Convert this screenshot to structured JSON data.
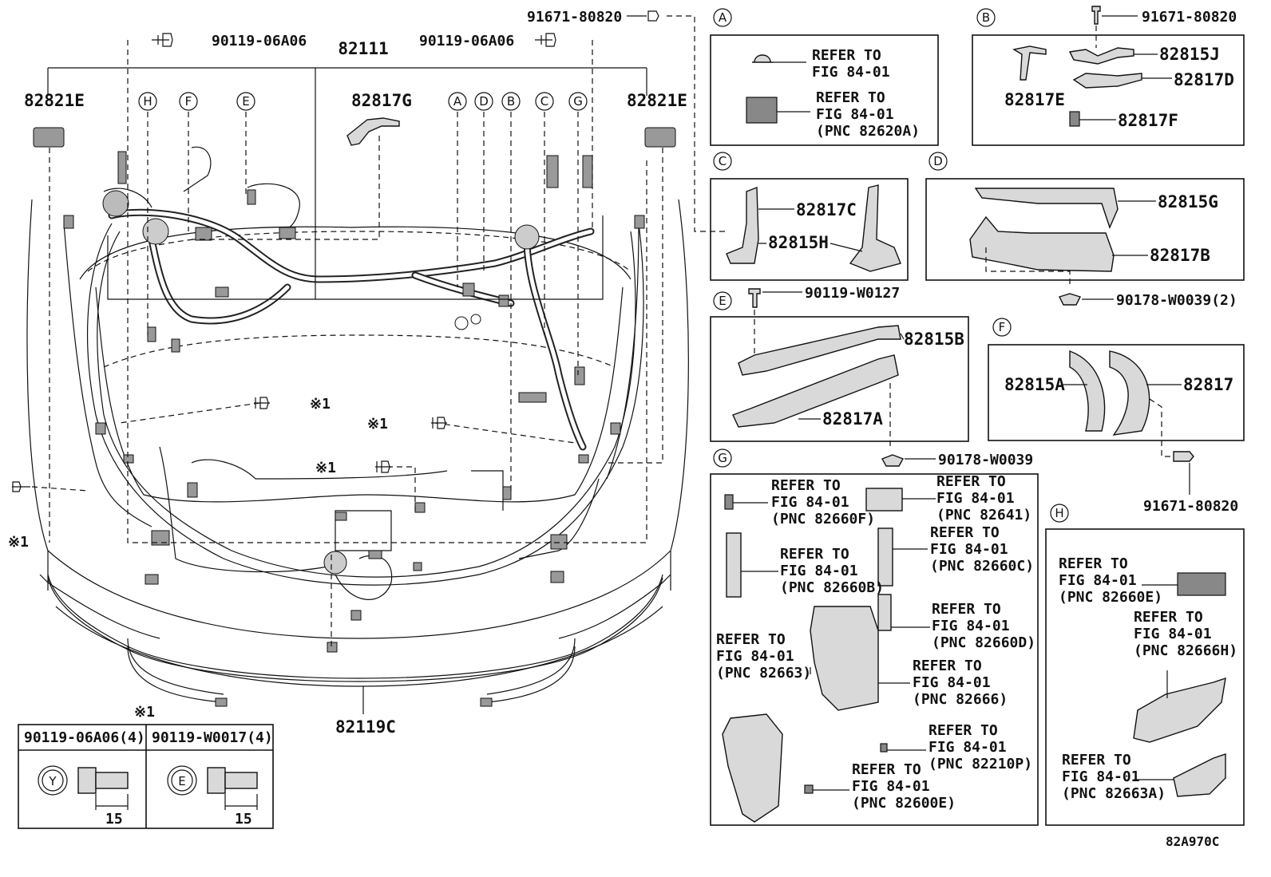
{
  "diagram": {
    "main_harness": "82111",
    "engine_harness_bottom": "82119C",
    "bracket_left": "82821E",
    "bracket_right": "82821E",
    "clamp_top": "82817G",
    "bolt_top_left": "90119-06A06",
    "bolt_top_mid": "90119-06A06",
    "bolt_top_right": "91671-80820",
    "star_note": "※1",
    "leaders_left": [
      "H",
      "F",
      "E"
    ],
    "leaders_right": [
      "A",
      "D",
      "B",
      "C",
      "G"
    ],
    "figure_code": "82A970C"
  },
  "legend_table": {
    "header_mark": "※1",
    "col1_title": "90119-06A06(4)",
    "col1_mark": "Y",
    "col1_dim": "15",
    "col2_title": "90119-W0017(4)",
    "col2_mark": "E",
    "col2_dim": "15"
  },
  "panels": {
    "A": {
      "letter": "A",
      "refer1": [
        "REFER TO",
        "FIG 84-01"
      ],
      "refer2": [
        "REFER TO",
        "FIG 84-01",
        "(PNC 82620A)"
      ]
    },
    "B": {
      "letter": "B",
      "bolt": "91671-80820",
      "parts": [
        "82815J",
        "82817D",
        "82817E",
        "82817F"
      ]
    },
    "C": {
      "letter": "C",
      "parts": [
        "82817C",
        "82815H"
      ]
    },
    "D": {
      "letter": "D",
      "parts": [
        "82815G",
        "82817B"
      ],
      "clip": "90178-W0039(2)"
    },
    "E": {
      "letter": "E",
      "bolt": "90119-W0127",
      "parts": [
        "82815B",
        "82817A"
      ],
      "clip": "90178-W0039"
    },
    "F": {
      "letter": "F",
      "parts": [
        "82815A",
        "82817"
      ],
      "bolt": "91671-80820"
    },
    "G": {
      "letter": "G",
      "refs": [
        [
          "REFER TO",
          "FIG 84-01",
          "(PNC 82660F)"
        ],
        [
          "REFER TO",
          "FIG 84-01",
          "(PNC 82641)"
        ],
        [
          "REFER TO",
          "FIG 84-01",
          "(PNC 82660B)"
        ],
        [
          "REFER TO",
          "FIG 84-01",
          "(PNC 82660C)"
        ],
        [
          "REFER TO",
          "FIG 84-01",
          "(PNC 82660D)"
        ],
        [
          "REFER TO",
          "FIG 84-01",
          "(PNC 82663)"
        ],
        [
          "REFER TO",
          "FIG 84-01",
          "(PNC 82666)"
        ],
        [
          "REFER TO",
          "FIG 84-01",
          "(PNC 82210P)"
        ],
        [
          "REFER TO",
          "FIG 84-01",
          "(PNC 82600E)"
        ]
      ]
    },
    "H": {
      "letter": "H",
      "refs": [
        [
          "REFER TO",
          "FIG 84-01",
          "(PNC 82660E)"
        ],
        [
          "REFER TO",
          "FIG 84-01",
          "(PNC 82666H)"
        ],
        [
          "REFER TO",
          "FIG 84-01",
          "(PNC 82663A)"
        ]
      ]
    }
  }
}
